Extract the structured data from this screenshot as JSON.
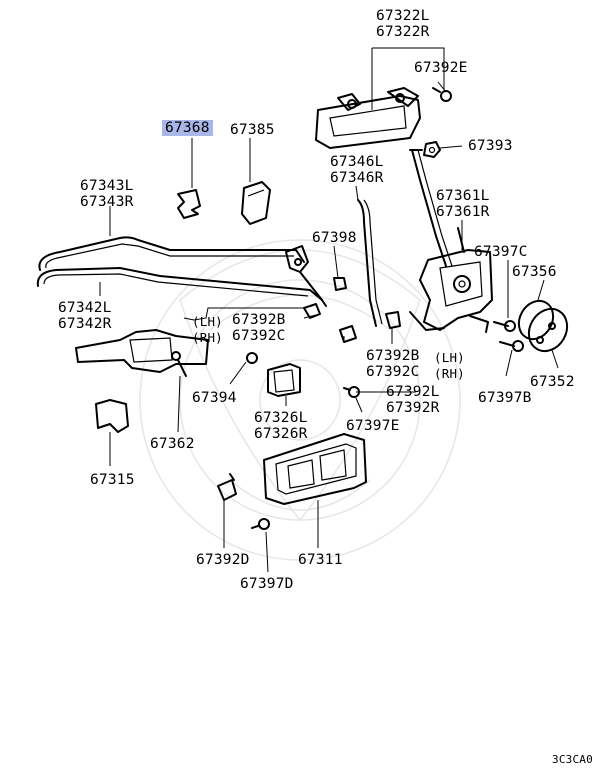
{
  "callouts": [
    {
      "id": "67322",
      "lines": [
        "67322L",
        "67322R"
      ]
    },
    {
      "id": "67392E",
      "lines": [
        "67392E"
      ]
    },
    {
      "id": "67368",
      "lines": [
        "67368"
      ]
    },
    {
      "id": "67385",
      "lines": [
        "67385"
      ]
    },
    {
      "id": "67393",
      "lines": [
        "67393"
      ]
    },
    {
      "id": "67346",
      "lines": [
        "67346L",
        "67346R"
      ]
    },
    {
      "id": "67343",
      "lines": [
        "67343L",
        "67343R"
      ]
    },
    {
      "id": "67361",
      "lines": [
        "67361L",
        "67361R"
      ]
    },
    {
      "id": "67398",
      "lines": [
        "67398"
      ]
    },
    {
      "id": "67397C",
      "lines": [
        "67397C"
      ]
    },
    {
      "id": "67356",
      "lines": [
        "67356"
      ]
    },
    {
      "id": "67342",
      "lines": [
        "67342L",
        "67342R"
      ]
    },
    {
      "id": "67392B-left",
      "lines": [
        "67392B"
      ]
    },
    {
      "id": "67392C-left",
      "lines": [
        "67392C"
      ]
    },
    {
      "id": "67392B-right",
      "lines": [
        "67392B"
      ]
    },
    {
      "id": "67392C-right",
      "lines": [
        "67392C"
      ]
    },
    {
      "id": "67394",
      "lines": [
        "67394"
      ]
    },
    {
      "id": "67392L",
      "lines": [
        "67392L",
        "67392R"
      ]
    },
    {
      "id": "67352",
      "lines": [
        "67352"
      ]
    },
    {
      "id": "67397B",
      "lines": [
        "67397B"
      ]
    },
    {
      "id": "67326",
      "lines": [
        "67326L",
        "67326R"
      ]
    },
    {
      "id": "67397E",
      "lines": [
        "67397E"
      ]
    },
    {
      "id": "67362",
      "lines": [
        "67362"
      ]
    },
    {
      "id": "67315",
      "lines": [
        "67315"
      ]
    },
    {
      "id": "67392D",
      "lines": [
        "67392D"
      ]
    },
    {
      "id": "67311",
      "lines": [
        "67311"
      ]
    },
    {
      "id": "67397D",
      "lines": [
        "67397D"
      ]
    }
  ],
  "side_markers": {
    "lh": "(LH)",
    "rh": "(RH)"
  },
  "highlight_color": "#a9b6e8",
  "diagram_code": "3C3CA0"
}
